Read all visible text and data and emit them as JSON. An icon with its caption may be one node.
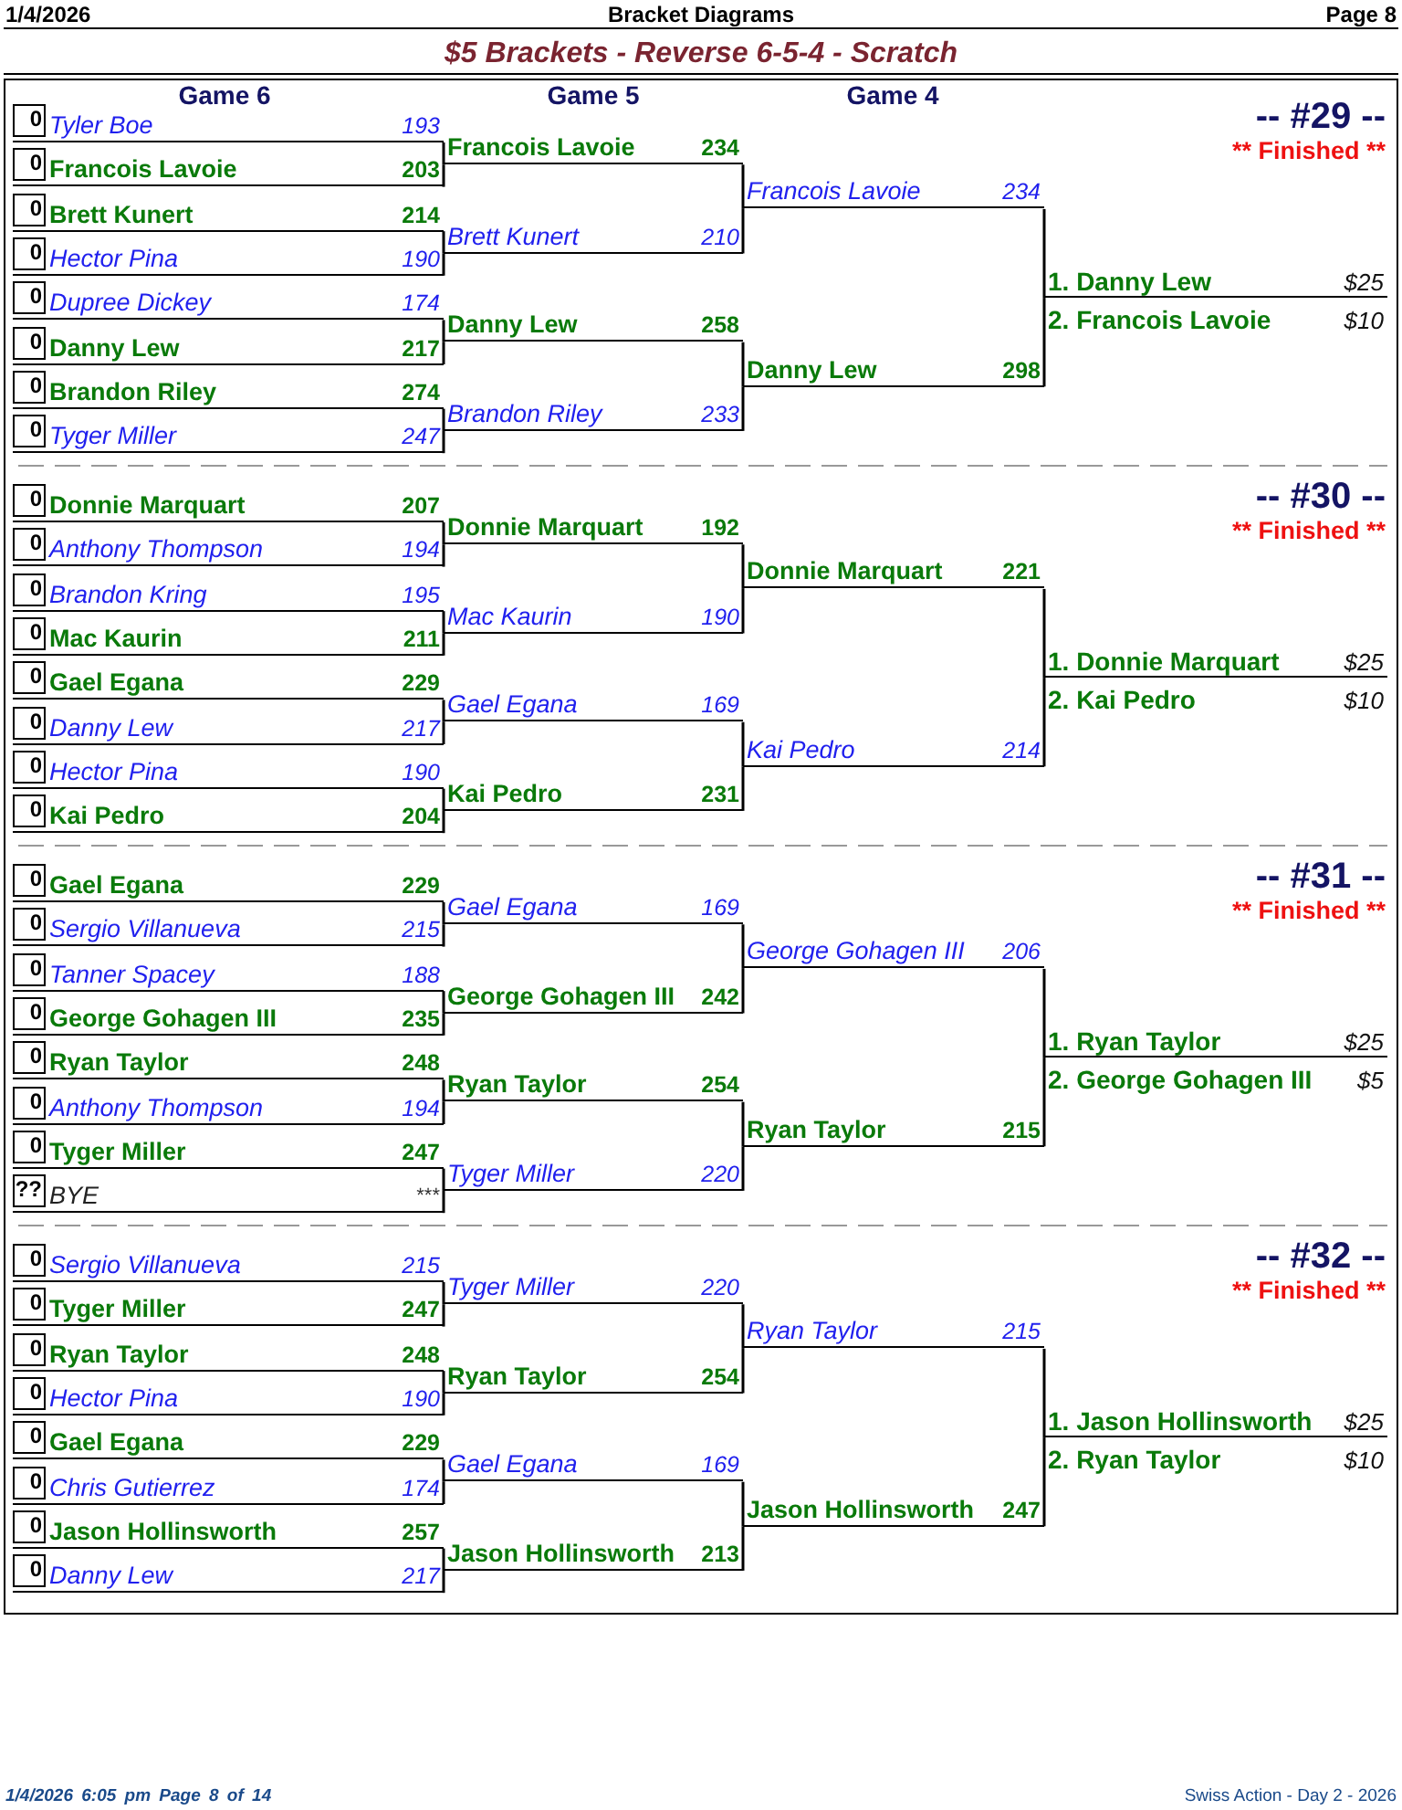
{
  "diagram": {
    "title": "$5 Brackets - Reverse 6-5-4 - Scratch",
    "nodes": [
      {
        "text": [
          "0",
          "Tyler Boe",
          "193"
        ]
      },
      {
        "text": [
          "0",
          "Francois Lavoie",
          "203"
        ]
      },
      {
        "text": [
          "0",
          "Brett Kunert",
          "214"
        ]
      },
      {
        "text": [
          "0",
          "Hector Pina",
          "190"
        ]
      },
      {
        "text": [
          "0",
          "Dupree Dickey",
          "174"
        ]
      },
      {
        "text": [
          "0",
          "Danny Lew",
          "217"
        ]
      },
      {
        "text": [
          "0",
          "Brandon Riley",
          "274"
        ]
      },
      {
        "text": [
          "0",
          "Tyger Miller",
          "247"
        ]
      },
      {
        "text": [
          "Francois Lavoie",
          "234"
        ]
      },
      {
        "text": [
          "Brett Kunert",
          "210"
        ]
      },
      {
        "text": [
          "Danny Lew",
          "258"
        ]
      },
      {
        "text": [
          "Brandon Riley",
          "233"
        ]
      },
      {
        "text": [
          "Francois Lavoie",
          "234"
        ]
      },
      {
        "text": [
          "Danny Lew",
          "298"
        ]
      },
      {
        "text": [
          "1. Danny Lew",
          "$25"
        ]
      },
      {
        "text": [
          "2. Francois Lavoie",
          "$10"
        ]
      },
      {
        "text": [
          "0",
          "Donnie Marquart",
          "207"
        ]
      },
      {
        "text": [
          "0",
          "Anthony Thompson",
          "194"
        ]
      },
      {
        "text": [
          "0",
          "Brandon Kring",
          "195"
        ]
      },
      {
        "text": [
          "0",
          "Mac Kaurin",
          "211"
        ]
      },
      {
        "text": [
          "0",
          "Gael Egana",
          "229"
        ]
      },
      {
        "text": [
          "0",
          "Danny Lew",
          "217"
        ]
      },
      {
        "text": [
          "0",
          "Hector Pina",
          "190"
        ]
      },
      {
        "text": [
          "0",
          "Kai Pedro",
          "204"
        ]
      },
      {
        "text": [
          "Donnie Marquart",
          "192"
        ]
      },
      {
        "text": [
          "Mac Kaurin",
          "190"
        ]
      },
      {
        "text": [
          "Gael Egana",
          "169"
        ]
      },
      {
        "text": [
          "Kai Pedro",
          "231"
        ]
      },
      {
        "text": [
          "Donnie Marquart",
          "221"
        ]
      },
      {
        "text": [
          "Kai Pedro",
          "214"
        ]
      },
      {
        "text": [
          "1. Donnie Marquart",
          "$25"
        ]
      },
      {
        "text": [
          "2. Kai Pedro",
          "$10"
        ]
      },
      {
        "text": [
          "0",
          "Gael Egana",
          "229"
        ]
      },
      {
        "text": [
          "0",
          "Sergio Villanueva",
          "215"
        ]
      },
      {
        "text": [
          "0",
          "Tanner Spacey",
          "188"
        ]
      },
      {
        "text": [
          "0",
          "George Gohagen III",
          "235"
        ]
      },
      {
        "text": [
          "0",
          "Ryan Taylor",
          "248"
        ]
      },
      {
        "text": [
          "0",
          "Anthony Thompson",
          "194"
        ]
      },
      {
        "text": [
          "0",
          "Tyger Miller",
          "247"
        ]
      },
      {
        "text": [
          "??",
          "BYE",
          "***"
        ]
      },
      {
        "text": [
          "Gael Egana",
          "169"
        ]
      },
      {
        "text": [
          "George Gohagen III",
          "242"
        ]
      },
      {
        "text": [
          "Ryan Taylor",
          "254"
        ]
      },
      {
        "text": [
          "Tyger Miller",
          "220"
        ]
      },
      {
        "text": [
          "George Gohagen III",
          "206"
        ]
      },
      {
        "text": [
          "Ryan Taylor",
          "215"
        ]
      },
      {
        "text": [
          "1. Ryan Taylor",
          "$25"
        ]
      },
      {
        "text": [
          "2. George Gohagen III",
          "$5"
        ]
      },
      {
        "text": [
          "0",
          "Sergio Villanueva",
          "215"
        ]
      },
      {
        "text": [
          "0",
          "Tyger Miller",
          "247"
        ]
      },
      {
        "text": [
          "0",
          "Ryan Taylor",
          "248"
        ]
      },
      {
        "text": [
          "0",
          "Hector Pina",
          "190"
        ]
      },
      {
        "text": [
          "0",
          "Gael Egana",
          "229"
        ]
      },
      {
        "text": [
          "0",
          "Chris Gutierrez",
          "174"
        ]
      },
      {
        "text": [
          "0",
          "Jason Hollinsworth",
          "257"
        ]
      },
      {
        "text": [
          "0",
          "Danny Lew",
          "217"
        ]
      },
      {
        "text": [
          "Tyger Miller",
          "220"
        ]
      },
      {
        "text": [
          "Ryan Taylor",
          "254"
        ]
      },
      {
        "text": [
          "Gael Egana",
          "169"
        ]
      },
      {
        "text": [
          "Jason Hollinsworth",
          "213"
        ]
      },
      {
        "text": [
          "Ryan Taylor",
          "215"
        ]
      },
      {
        "text": [
          "Jason Hollinsworth",
          "247"
        ]
      },
      {
        "text": [
          "1. Jason Hollinsworth",
          "$25"
        ]
      },
      {
        "text": [
          "2. Ryan Taylor",
          "$10"
        ]
      }
    ],
    "edges": [
      {
        "from": 0,
        "to": 8,
        "arrow": "none"
      },
      {
        "from": 1,
        "to": 8,
        "arrow": "none"
      },
      {
        "from": 2,
        "to": 9,
        "arrow": "none"
      },
      {
        "from": 3,
        "to": 9,
        "arrow": "none"
      },
      {
        "from": 4,
        "to": 10,
        "arrow": "none"
      },
      {
        "from": 5,
        "to": 10,
        "arrow": "none"
      },
      {
        "from": 6,
        "to": 11,
        "arrow": "none"
      },
      {
        "from": 7,
        "to": 11,
        "arrow": "none"
      },
      {
        "from": 8,
        "to": 12,
        "arrow": "none"
      },
      {
        "from": 9,
        "to": 12,
        "arrow": "none"
      },
      {
        "from": 10,
        "to": 13,
        "arrow": "none"
      },
      {
        "from": 11,
        "to": 13,
        "arrow": "none"
      },
      {
        "from": 12,
        "to": 14,
        "arrow": "none"
      },
      {
        "from": 13,
        "to": 14,
        "arrow": "none"
      },
      {
        "from": 16,
        "to": 24,
        "arrow": "none"
      },
      {
        "from": 17,
        "to": 24,
        "arrow": "none"
      },
      {
        "from": 18,
        "to": 25,
        "arrow": "none"
      },
      {
        "from": 19,
        "to": 25,
        "arrow": "none"
      },
      {
        "from": 20,
        "to": 26,
        "arrow": "none"
      },
      {
        "from": 21,
        "to": 26,
        "arrow": "none"
      },
      {
        "from": 22,
        "to": 27,
        "arrow": "none"
      },
      {
        "from": 23,
        "to": 27,
        "arrow": "none"
      },
      {
        "from": 24,
        "to": 28,
        "arrow": "none"
      },
      {
        "from": 25,
        "to": 28,
        "arrow": "none"
      },
      {
        "from": 26,
        "to": 29,
        "arrow": "none"
      },
      {
        "from": 27,
        "to": 29,
        "arrow": "none"
      },
      {
        "from": 28,
        "to": 30,
        "arrow": "none"
      },
      {
        "from": 29,
        "to": 30,
        "arrow": "none"
      },
      {
        "from": 32,
        "to": 40,
        "arrow": "none"
      },
      {
        "from": 33,
        "to": 40,
        "arrow": "none"
      },
      {
        "from": 34,
        "to": 41,
        "arrow": "none"
      },
      {
        "from": 35,
        "to": 41,
        "arrow": "none"
      },
      {
        "from": 36,
        "to": 42,
        "arrow": "none"
      },
      {
        "from": 37,
        "to": 42,
        "arrow": "none"
      },
      {
        "from": 38,
        "to": 43,
        "arrow": "none"
      },
      {
        "from": 39,
        "to": 43,
        "arrow": "none"
      },
      {
        "from": 40,
        "to": 44,
        "arrow": "none"
      },
      {
        "from": 41,
        "to": 44,
        "arrow": "none"
      },
      {
        "from": 42,
        "to": 45,
        "arrow": "none"
      },
      {
        "from": 43,
        "to": 45,
        "arrow": "none"
      },
      {
        "from": 44,
        "to": 46,
        "arrow": "none"
      },
      {
        "from": 45,
        "to": 46,
        "arrow": "none"
      },
      {
        "from": 48,
        "to": 56,
        "arrow": "none"
      },
      {
        "from": 49,
        "to": 56,
        "arrow": "none"
      },
      {
        "from": 50,
        "to": 57,
        "arrow": "none"
      },
      {
        "from": 51,
        "to": 57,
        "arrow": "none"
      },
      {
        "from": 52,
        "to": 58,
        "arrow": "none"
      },
      {
        "from": 53,
        "to": 58,
        "arrow": "none"
      },
      {
        "from": 54,
        "to": 59,
        "arrow": "none"
      },
      {
        "from": 55,
        "to": 59,
        "arrow": "none"
      },
      {
        "from": 56,
        "to": 60,
        "arrow": "none"
      },
      {
        "from": 57,
        "to": 60,
        "arrow": "none"
      },
      {
        "from": 58,
        "to": 61,
        "arrow": "none"
      },
      {
        "from": 59,
        "to": 61,
        "arrow": "none"
      },
      {
        "from": 60,
        "to": 62,
        "arrow": "none"
      },
      {
        "from": 61,
        "to": 62,
        "arrow": "none"
      }
    ],
    "labels": [
      "1/4/2026",
      "Bracket Diagrams",
      "Page 8",
      "Game 6",
      "Game 5",
      "Game 4",
      "-- #29 --",
      "** Finished **",
      "-- #30 --",
      "** Finished **",
      "-- #31 --",
      "** Finished **",
      "-- #32 --",
      "** Finished **",
      "1/4/2026 6:05 pm Page 8 of 14",
      "Swiss Action - Day 2 - 2026"
    ]
  }
}
